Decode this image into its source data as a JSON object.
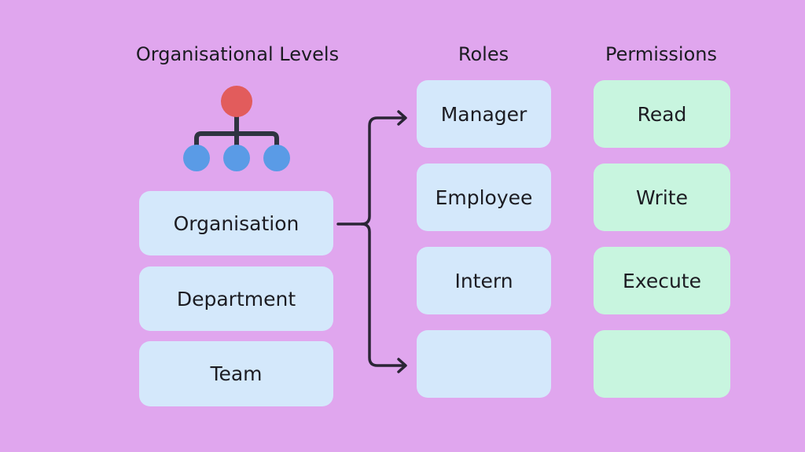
{
  "columns": {
    "levels": {
      "title": "Organisational Levels",
      "items": [
        "Organisation",
        "Department",
        "Team"
      ]
    },
    "roles": {
      "title": "Roles",
      "items": [
        "Manager",
        "Employee",
        "Intern",
        ""
      ]
    },
    "permissions": {
      "title": "Permissions",
      "items": [
        "Read",
        "Write",
        "Execute",
        ""
      ]
    }
  },
  "icons": {
    "hierarchy": "org-chart-icon",
    "connector": "bracket-arrows"
  },
  "colors": {
    "background": "#e0a6ee",
    "role_box": "#d4e8fb",
    "permission_box": "#c8f5df",
    "root_node": "#e25c5c",
    "child_node": "#5a9be6",
    "line": "#2a2535"
  }
}
